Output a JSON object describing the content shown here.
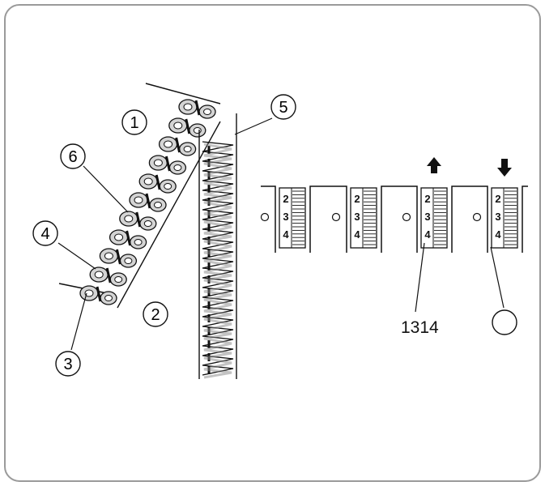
{
  "callouts": [
    {
      "id": "callout-1",
      "label": "1"
    },
    {
      "id": "callout-2",
      "label": "2"
    },
    {
      "id": "callout-3",
      "label": "3"
    },
    {
      "id": "callout-4",
      "label": "4"
    },
    {
      "id": "callout-5",
      "label": "5"
    },
    {
      "id": "callout-6",
      "label": "6"
    },
    {
      "id": "callout-blank",
      "label": ""
    }
  ],
  "dial_caption": "1314",
  "tension_dials": [
    {
      "digits": [
        "2",
        "3",
        "4"
      ],
      "arrow": "none"
    },
    {
      "digits": [
        "2",
        "3",
        "4"
      ],
      "arrow": "none"
    },
    {
      "digits": [
        "2",
        "3",
        "4"
      ],
      "arrow": "up"
    },
    {
      "digits": [
        "2",
        "3",
        "4"
      ],
      "arrow": "down"
    }
  ],
  "colors": {
    "line": "#111111",
    "thread_fill": "#d4d4d4",
    "frame_stroke": "#999999"
  }
}
